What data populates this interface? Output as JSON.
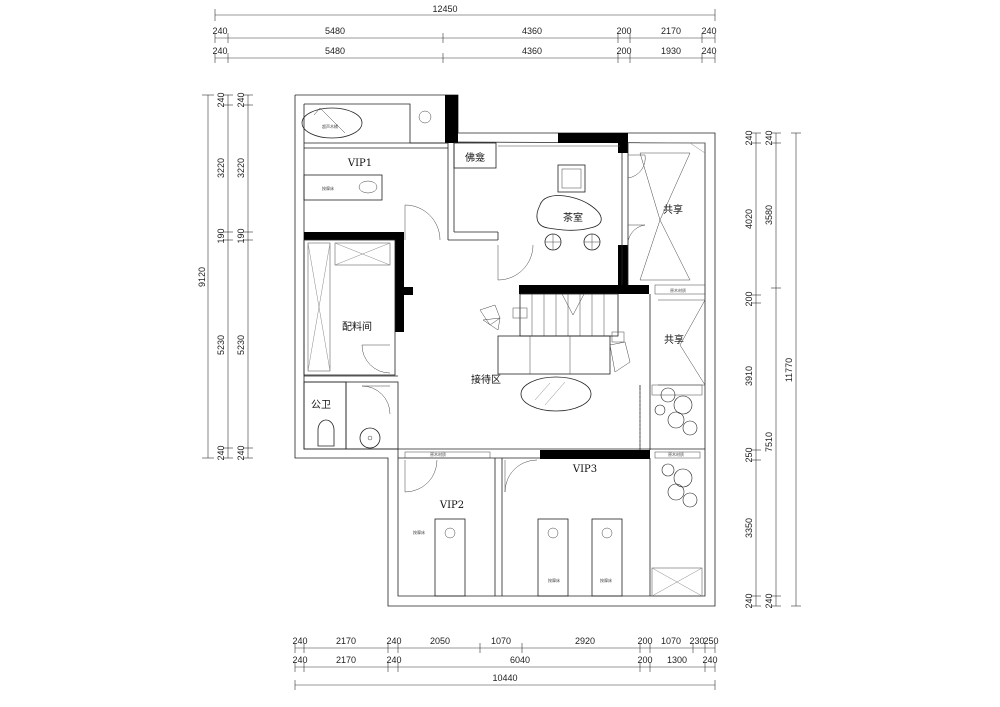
{
  "dimensions": {
    "top_total": "12450",
    "top_row1": [
      "240",
      "5480",
      "4360",
      "200",
      "2170",
      "240"
    ],
    "top_row2": [
      "240",
      "5480",
      "4360",
      "200",
      "1930",
      "240"
    ],
    "left_total": "9120",
    "left_col_a": [
      "240",
      "3220",
      "190",
      "5230",
      "240"
    ],
    "left_col_b": [
      "240",
      "3220",
      "190",
      "5230",
      "240"
    ],
    "right_inner": [
      "240",
      "4020",
      "200",
      "3910",
      "250",
      "3350",
      "240"
    ],
    "right_mid": [
      "3580",
      "7510"
    ],
    "right_total": "11770",
    "bottom_row1": [
      "240",
      "2170",
      "240",
      "2050",
      "1070",
      "2920",
      "200",
      "1070",
      "230",
      "250"
    ],
    "bottom_row2": [
      "240",
      "2170",
      "240",
      "6040",
      "200",
      "1300",
      "240"
    ],
    "bottom_total": "10440"
  },
  "rooms": {
    "vip1": "VIP1",
    "vip2": "VIP2",
    "vip3": "VIP3",
    "tea_room": "茶室",
    "buddha": "佛龛",
    "pantry": "配料间",
    "share_top": "共享",
    "share_mid": "共享",
    "reception": "接待区",
    "toilet": "公卫"
  },
  "labels": {
    "bath_tub": "超声木桶",
    "massage_bed": "按摩床",
    "wood_panel": "原木材质"
  }
}
